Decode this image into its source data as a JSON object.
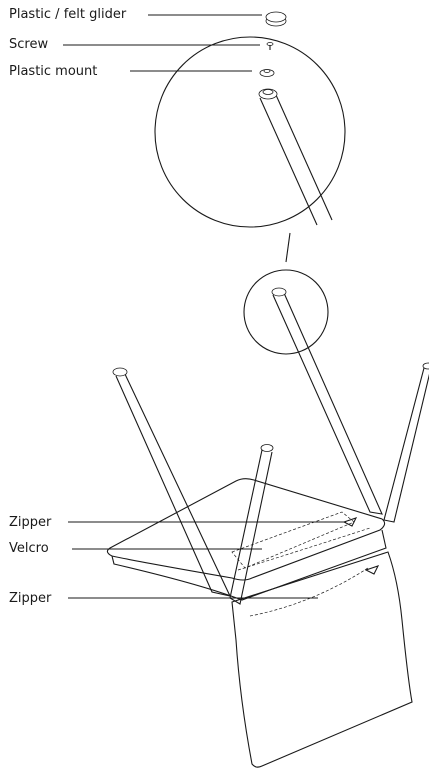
{
  "labels": {
    "glider": "Plastic / felt glider",
    "screw": "Screw",
    "mount": "Plastic mount",
    "zipper_top": "Zipper",
    "velcro": "Velcro",
    "zipper_bottom": "Zipper"
  },
  "colors": {
    "line": "#1a1a1a",
    "background": "#ffffff"
  }
}
